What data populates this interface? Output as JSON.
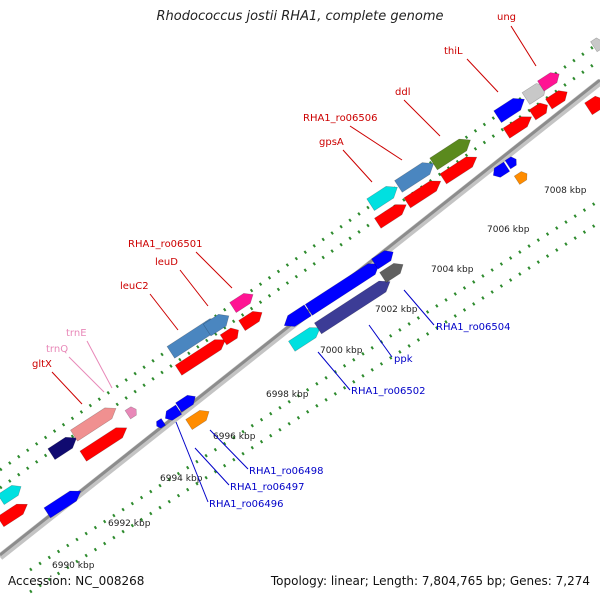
{
  "title": "Rhodococcus jostii RHA1, complete genome",
  "accession": "Accession: NC_008268",
  "summary": "Topology: linear; Length: 7,804,765 bp; Genes: 7,274",
  "colors": {
    "backbone": "#8c8c8c",
    "tick_dots": "#2e8b2e",
    "red_label": "#cc0000",
    "pink_label": "#e888b8",
    "blue_label": "#0000c8",
    "red_gene": "#ff0000",
    "blue_gene": "#0000ff",
    "cyan_gene": "#00e0e0",
    "steelblue_gene": "#4a86c0",
    "navy_gene": "#100a70",
    "salmon_gene": "#f09090",
    "magenta_gene": "#ff1493",
    "orange_gene": "#ff8c00",
    "olive_gene": "#5b8a1e",
    "gray_gene": "#c8c8c8",
    "slate_gene": "#606060",
    "indigo_gene": "#3c3c96"
  },
  "tick_labels": [
    "6990 kbp",
    "6992 kbp",
    "6994 kbp",
    "6996 kbp",
    "6998 kbp",
    "7000 kbp",
    "7002 kbp",
    "7004 kbp",
    "7006 kbp",
    "7008 kbp"
  ],
  "gene_labels_top": [
    "gltX",
    "trnQ",
    "trnE",
    "leuC2",
    "leuD",
    "RHA1_ro06501",
    "gpsA",
    "RHA1_ro06506",
    "ddl",
    "thiL",
    "ung"
  ],
  "gene_labels_bottom": [
    "RHA1_ro06496",
    "RHA1_ro06497",
    "RHA1_ro06498",
    "RHA1_ro06502",
    "ppk",
    "RHA1_ro06504"
  ]
}
